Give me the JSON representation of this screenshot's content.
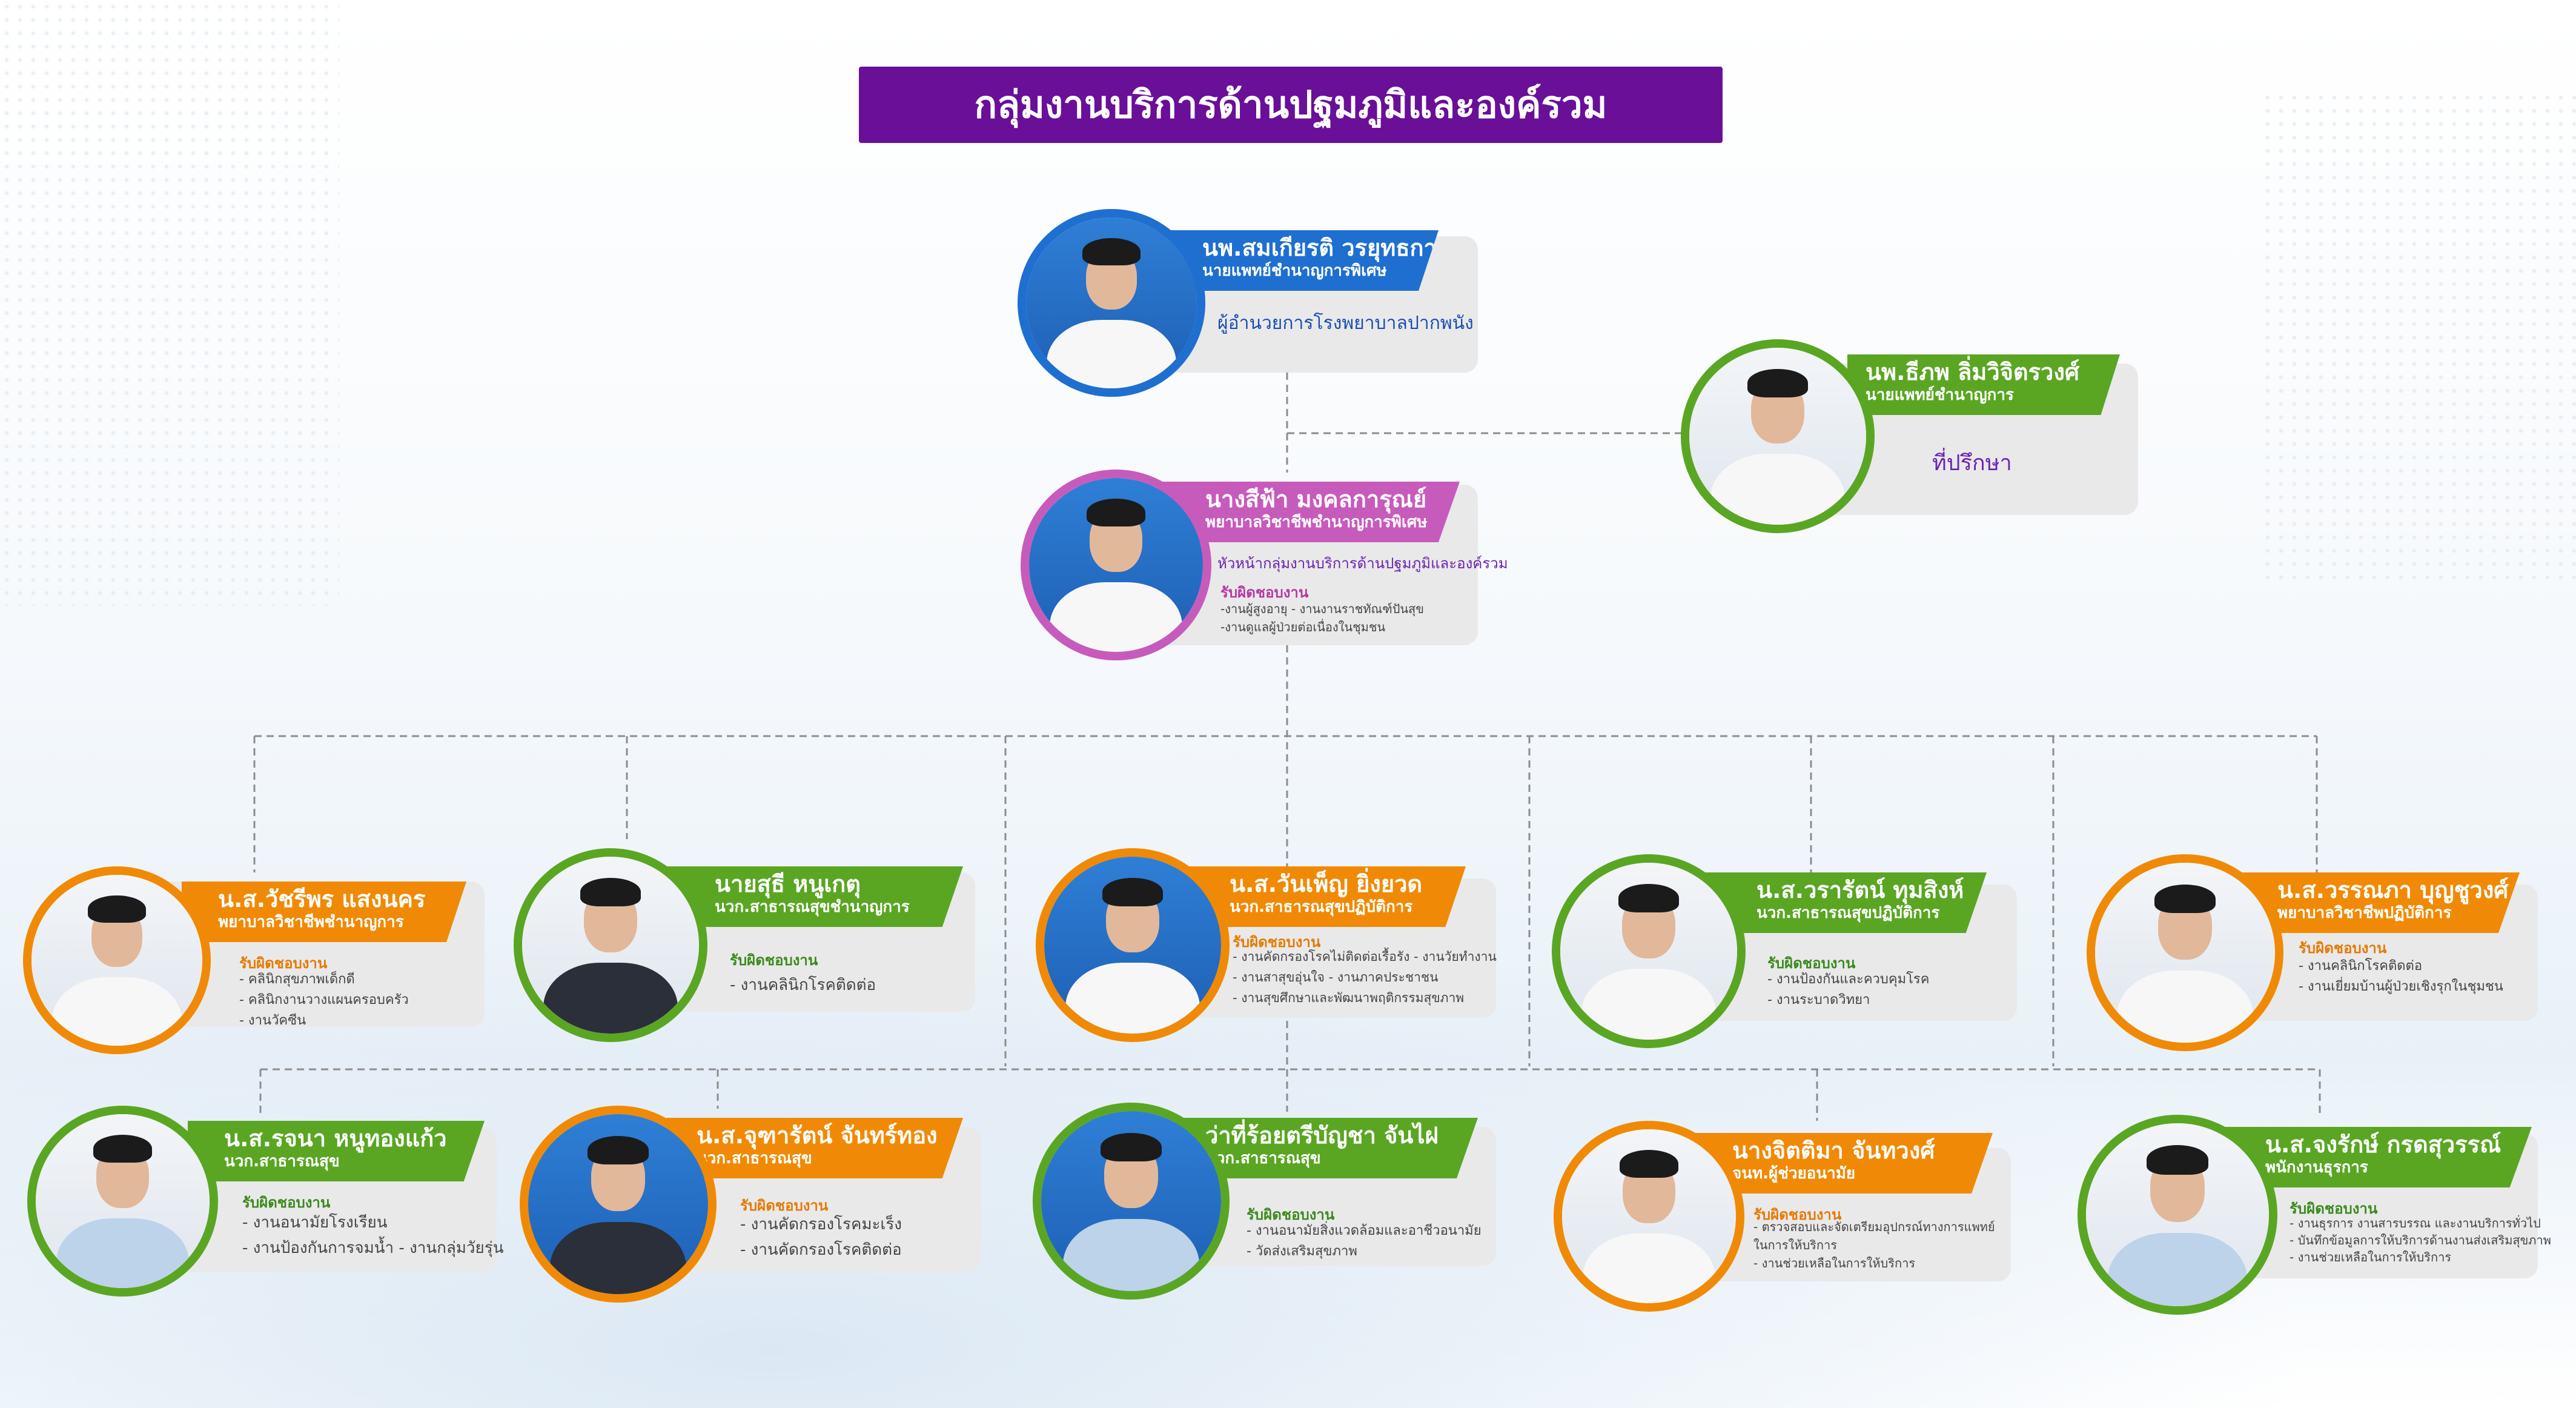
{
  "title": "กลุ่มงานบริการด้านปฐมภูมิและองค์รวม",
  "colors": {
    "title_bg": "#6a0f98",
    "blue": "#1e6fd0",
    "green": "#5aa623",
    "pink": "#c75bbc",
    "orange": "#f08a06",
    "card": "#e9e9ea"
  },
  "director": {
    "name": "นพ.สมเกียรติ  วรยุทธการ",
    "position": "นายแพทย์ชำนาญการพิเศษ",
    "role": "ผู้อำนวยการโรงพยาบาลปากพนัง"
  },
  "advisor": {
    "name": "นพ.ธีภพ  ลิ่มวิจิตรวงศ์",
    "position": "นายแพทย์ชำนาญการ",
    "role": "ที่ปรึกษา"
  },
  "head": {
    "name": "นางสีฟ้า  มงคลการุณย์",
    "position": "พยาบาลวิชาชีพชำนาญการพิเศษ",
    "role": "หัวหน้ากลุ่มงานบริการด้านปฐมภูมิและองค์รวม",
    "resp_label": "รับผิดชอบงาน",
    "duties": [
      "-งานผู้สูงอายุ   - งานงานราชทัณฑ์ปันสุข",
      "-งานดูแลผู้ป่วยต่อเนื่องในชุมชน"
    ]
  },
  "row1": [
    {
      "name": "น.ส.วัชรีพร  แสงนคร",
      "position": "พยาบาลวิชาชีพชำนาญการ",
      "resp_label": "รับผิดชอบงาน",
      "duties": [
        "- คลินิกสุขภาพเด็กดี",
        "- คลินิกงานวางแผนครอบครัว",
        "- งานวัคซีน"
      ]
    },
    {
      "name": "นายสุธี  หนูเกตุ",
      "position": "นวก.สาธารณสุขชำนาญการ",
      "resp_label": "รับผิดชอบงาน",
      "duties": [
        "- งานคลินิกโรคติดต่อ"
      ]
    },
    {
      "name": "น.ส.วันเพ็ญ  ยิ่งยวด",
      "position": "นวก.สาธารณสุขปฏิบัติการ",
      "resp_label": "รับผิดชอบงาน",
      "duties": [
        "- งานคัดกรองโรคไม่ติดต่อเรื้อรัง - งานวัยทำงาน",
        "- งานสาสุขอุ่นใจ  - งานภาคประชาชน",
        "- งานสุขศึกษาและพัฒนาพฤติกรรมสุขภาพ"
      ]
    },
    {
      "name": "น.ส.วรารัตน์  ทุมสิงห์",
      "position": "นวก.สาธารณสุขปฏิบัติการ",
      "resp_label": "รับผิดชอบงาน",
      "duties": [
        "- งานป้องกันและควบคุมโรค",
        "- งานระบาดวิทยา"
      ]
    },
    {
      "name": "น.ส.วรรณภา  บุญชูวงศ์",
      "position": "พยาบาลวิชาชีพปฏิบัติการ",
      "resp_label": "รับผิดชอบงาน",
      "duties": [
        "- งานคลินิกโรคติดต่อ",
        "- งานเยี่ยมบ้านผู้ป่วยเชิงรุกในชุมชน"
      ]
    }
  ],
  "row2": [
    {
      "name": "น.ส.รจนา  หนูทองแก้ว",
      "position": "นวก.สาธารณสุข",
      "resp_label": "รับผิดชอบงาน",
      "duties": [
        "- งานอนามัยโรงเรียน",
        "- งานป้องกันการจมน้ำ  - งานกลุ่มวัยรุ่น"
      ]
    },
    {
      "name": "น.ส.จุฑารัตน์  จันทร์ทอง",
      "position": "นวก.สาธารณสุข",
      "resp_label": "รับผิดชอบงาน",
      "duties": [
        "- งานคัดกรองโรคมะเร็ง",
        "- งานคัดกรองโรคติดต่อ"
      ]
    },
    {
      "name": "ว่าที่ร้อยตรีบัญชา จันไฝ",
      "position": "นวก.สาธารณสุข",
      "resp_label": "รับผิดชอบงาน",
      "duties": [
        "- งานอนามัยสิ่งแวดล้อมและอาชีวอนามัย",
        "- วัดส่งเสริมสุขภาพ"
      ]
    },
    {
      "name": "นางจิตติมา  จันทวงศ์",
      "position": "จนท.ผู้ช่วยอนามัย",
      "resp_label": "รับผิดชอบงาน",
      "duties": [
        "- ตรวจสอบและจัดเตรียมอุปกรณ์ทางการแพทย์",
        "  ในการให้บริการ",
        "- งานช่วยเหลือในการให้บริการ"
      ]
    },
    {
      "name": "น.ส.จงรักษ์  กรดสุวรรณ์",
      "position": "พนักงานธุรการ",
      "resp_label": "รับผิดชอบงาน",
      "duties": [
        "- งานธุรการ งานสารบรรณ และงานบริการทั่วไป",
        "- บันทึกข้อมูลการให้บริการด้านงานส่งเสริมสุขภาพ",
        "- งานช่วยเหลือในการให้บริการ"
      ]
    }
  ]
}
